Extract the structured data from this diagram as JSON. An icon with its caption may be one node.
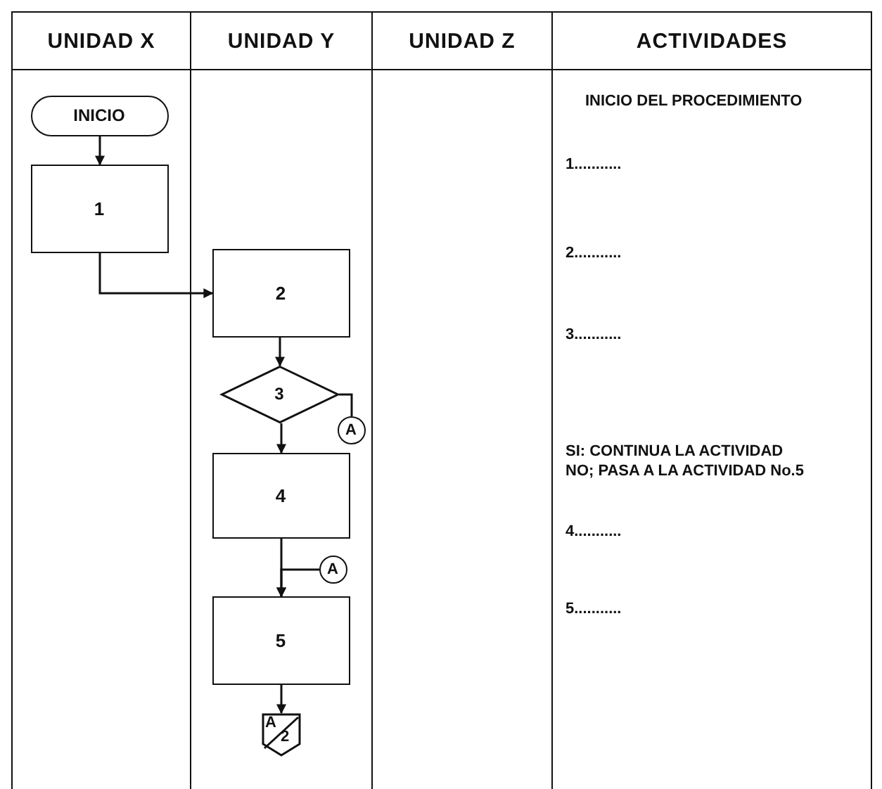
{
  "diagram": {
    "nodes": [
      {
        "text": [
          "UNIDAD X"
        ]
      },
      {
        "text": [
          "UNIDAD Y"
        ]
      },
      {
        "text": [
          "UNIDAD Z"
        ]
      },
      {
        "text": [
          "ACTIVIDADES"
        ]
      },
      {
        "text": [
          "INICIO"
        ],
        "in": 0
      },
      {
        "text": [
          "1"
        ],
        "in": 0
      },
      {
        "text": [
          "2"
        ],
        "in": 1
      },
      {
        "text": [
          "3"
        ],
        "in": 1
      },
      {
        "text": [
          "A"
        ],
        "in": 1
      },
      {
        "text": [
          "4"
        ],
        "in": 1
      },
      {
        "text": [
          "A"
        ],
        "in": 1
      },
      {
        "text": [
          "5"
        ],
        "in": 1
      },
      {
        "text": [
          "A",
          "2"
        ],
        "in": 1
      }
    ],
    "edges": [
      {
        "from": 4,
        "to": 5,
        "arrow": "to"
      },
      {
        "from": 5,
        "to": 6,
        "arrow": "to"
      },
      {
        "from": 6,
        "to": 7,
        "arrow": "to"
      },
      {
        "from": 7,
        "to": 9,
        "arrow": "to"
      },
      {
        "from": 7,
        "to": 8,
        "arrow": "none"
      },
      {
        "from": 9,
        "to": 11,
        "arrow": "to"
      },
      {
        "from": 10,
        "to": 11,
        "arrow": "to"
      },
      {
        "from": 11,
        "to": 12,
        "arrow": "to"
      }
    ],
    "labels": [
      "INICIO DEL PROCEDIMIENTO",
      "1...........",
      "2...........",
      "3...........",
      "SI: CONTINUA LA ACTIVIDAD",
      "NO; PASA A LA ACTIVIDAD No.5",
      "4...........",
      "5..........."
    ]
  }
}
